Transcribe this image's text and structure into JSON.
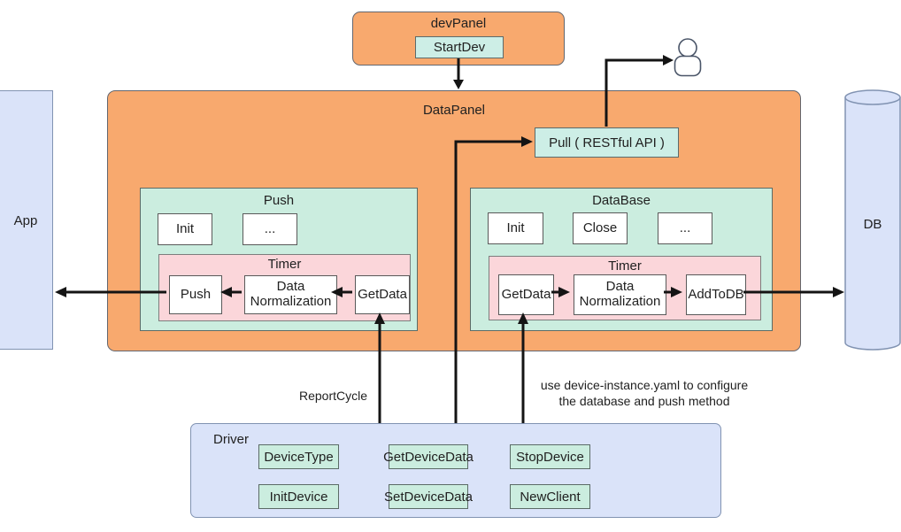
{
  "colors": {
    "panel_orange": "#F8A96E",
    "group_mint": "#CBEDDF",
    "timer_pink": "#FBD6DA",
    "node_blue": "#DAE3F9",
    "arrow_black": "#141414"
  },
  "app": {
    "label": "App"
  },
  "db": {
    "label": "DB"
  },
  "dev_panel": {
    "title": "devPanel",
    "start_button": "StartDev"
  },
  "data_panel": {
    "title": "DataPanel",
    "pull_api_label": "Pull ( RESTful API )",
    "push_group": {
      "title": "Push",
      "methods": [
        "Init",
        "..."
      ],
      "timer": {
        "title": "Timer",
        "steps": [
          "Push",
          "Data Normalization",
          "GetData"
        ]
      }
    },
    "database_group": {
      "title": "DataBase",
      "methods": [
        "Init",
        "Close",
        "..."
      ],
      "timer": {
        "title": "Timer",
        "steps": [
          "GetData",
          "Data Normalization",
          "AddToDB"
        ]
      }
    }
  },
  "driver": {
    "title": "Driver",
    "buttons_row1": [
      "DeviceType",
      "GetDeviceData",
      "StopDevice"
    ],
    "buttons_row2": [
      "InitDevice",
      "SetDeviceData",
      "NewClient"
    ]
  },
  "annotations": {
    "report_cycle": "ReportCycle",
    "yaml_note_line1": "use device-instance.yaml to configure",
    "yaml_note_line2": "the database and push method"
  },
  "icons": {
    "user": "user-icon",
    "db_cylinder": "database-cylinder"
  }
}
